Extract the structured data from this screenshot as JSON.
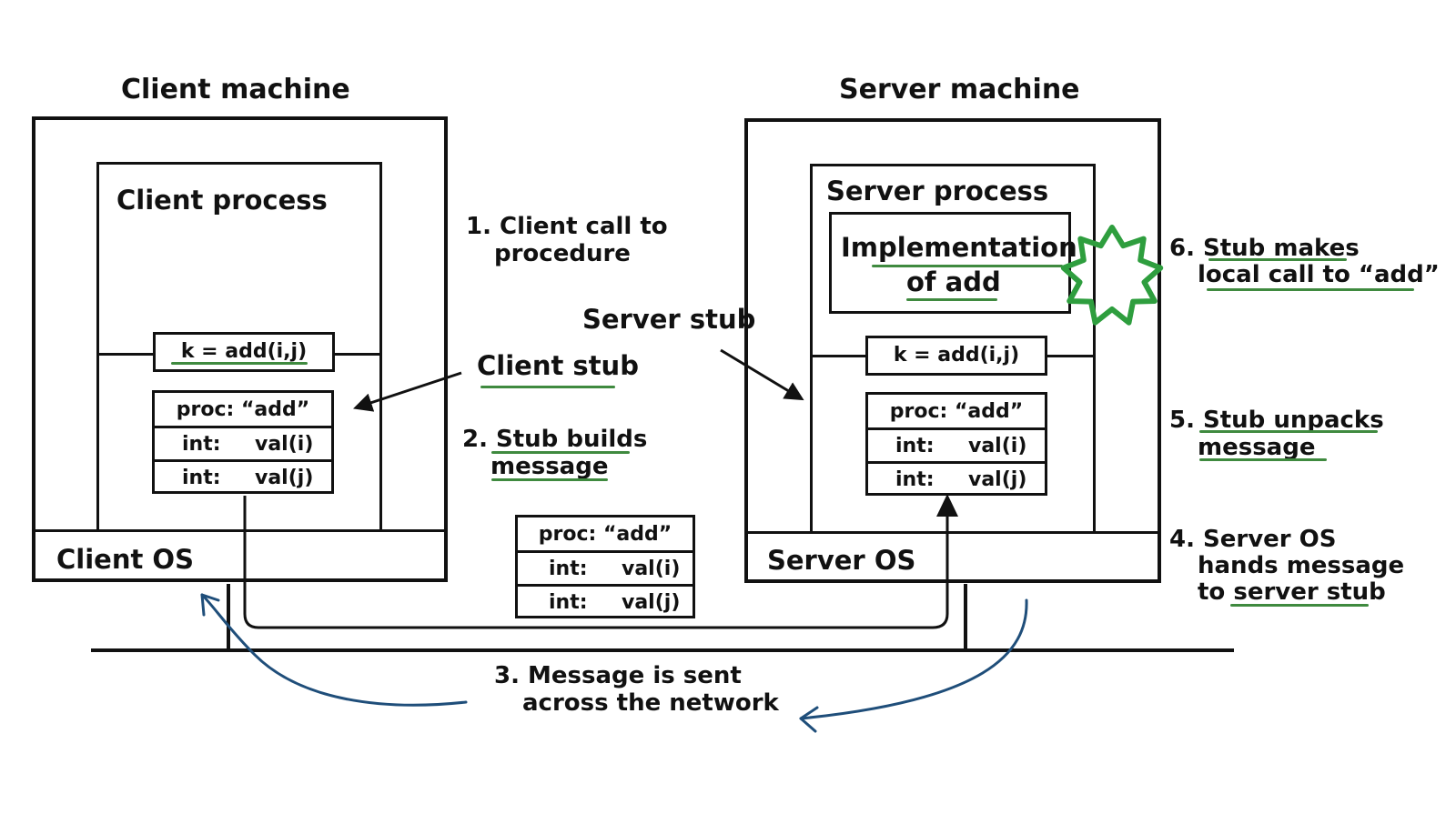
{
  "titles": {
    "client_machine": "Client machine",
    "server_machine": "Server machine"
  },
  "labels": {
    "client_process": "Client process",
    "client_os": "Client OS",
    "server_process": "Server process",
    "server_os": "Server OS",
    "implementation_line1": "Implementation",
    "implementation_line2": "of add",
    "client_stub": "Client stub",
    "server_stub": "Server stub"
  },
  "call_expr": "k = add(i,j)",
  "message": {
    "proc_row": "proc: “add”",
    "rows": [
      {
        "type": "int:",
        "value": "val(i)"
      },
      {
        "type": "int:",
        "value": "val(j)"
      }
    ]
  },
  "steps": {
    "s1": [
      "1. Client call to",
      "procedure"
    ],
    "s2": [
      "2. Stub builds",
      "message"
    ],
    "s3": [
      "3. Message is sent",
      "across the network"
    ],
    "s4": [
      "4. Server OS",
      "hands message",
      "to server stub"
    ],
    "s5": [
      "5. Stub unpacks",
      "message"
    ],
    "s6": [
      "6. Stub makes",
      "local call to “add”"
    ]
  },
  "colors": {
    "ink": "#111111",
    "underline_green": "#3f8a3f",
    "starburst_green": "#2e9e3e",
    "annotation_blue": "#1f4e7a"
  }
}
